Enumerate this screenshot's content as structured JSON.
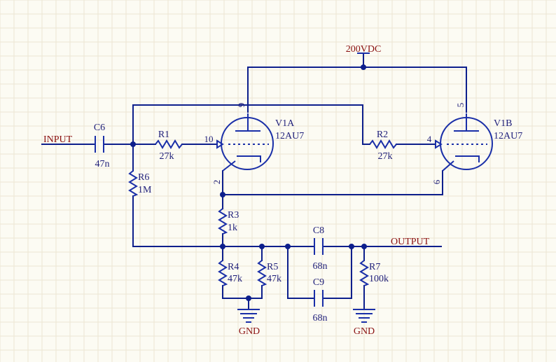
{
  "nets": {
    "input": "INPUT",
    "output": "OUTPUT",
    "supply": "200VDC",
    "gnd_left": "GND",
    "gnd_right": "GND"
  },
  "components": {
    "c6": {
      "ref": "C6",
      "value": "47n"
    },
    "r1": {
      "ref": "R1",
      "value": "27k"
    },
    "r2": {
      "ref": "R2",
      "value": "27k"
    },
    "r3": {
      "ref": "R3",
      "value": "1k"
    },
    "r4": {
      "ref": "R4",
      "value": "47k"
    },
    "r5": {
      "ref": "R5",
      "value": "47k"
    },
    "r6": {
      "ref": "R6",
      "value": "1M"
    },
    "r7": {
      "ref": "R7",
      "value": "100k"
    },
    "c8": {
      "ref": "C8",
      "value": "68n"
    },
    "c9": {
      "ref": "C9",
      "value": "68n"
    },
    "v1a": {
      "ref": "V1A",
      "value": "12AU7",
      "pin_grid": "10",
      "pin_plate": "9",
      "pin_cathode": "2"
    },
    "v1b": {
      "ref": "V1B",
      "value": "12AU7",
      "pin_grid": "4",
      "pin_plate": "5",
      "pin_cathode": "6"
    }
  }
}
